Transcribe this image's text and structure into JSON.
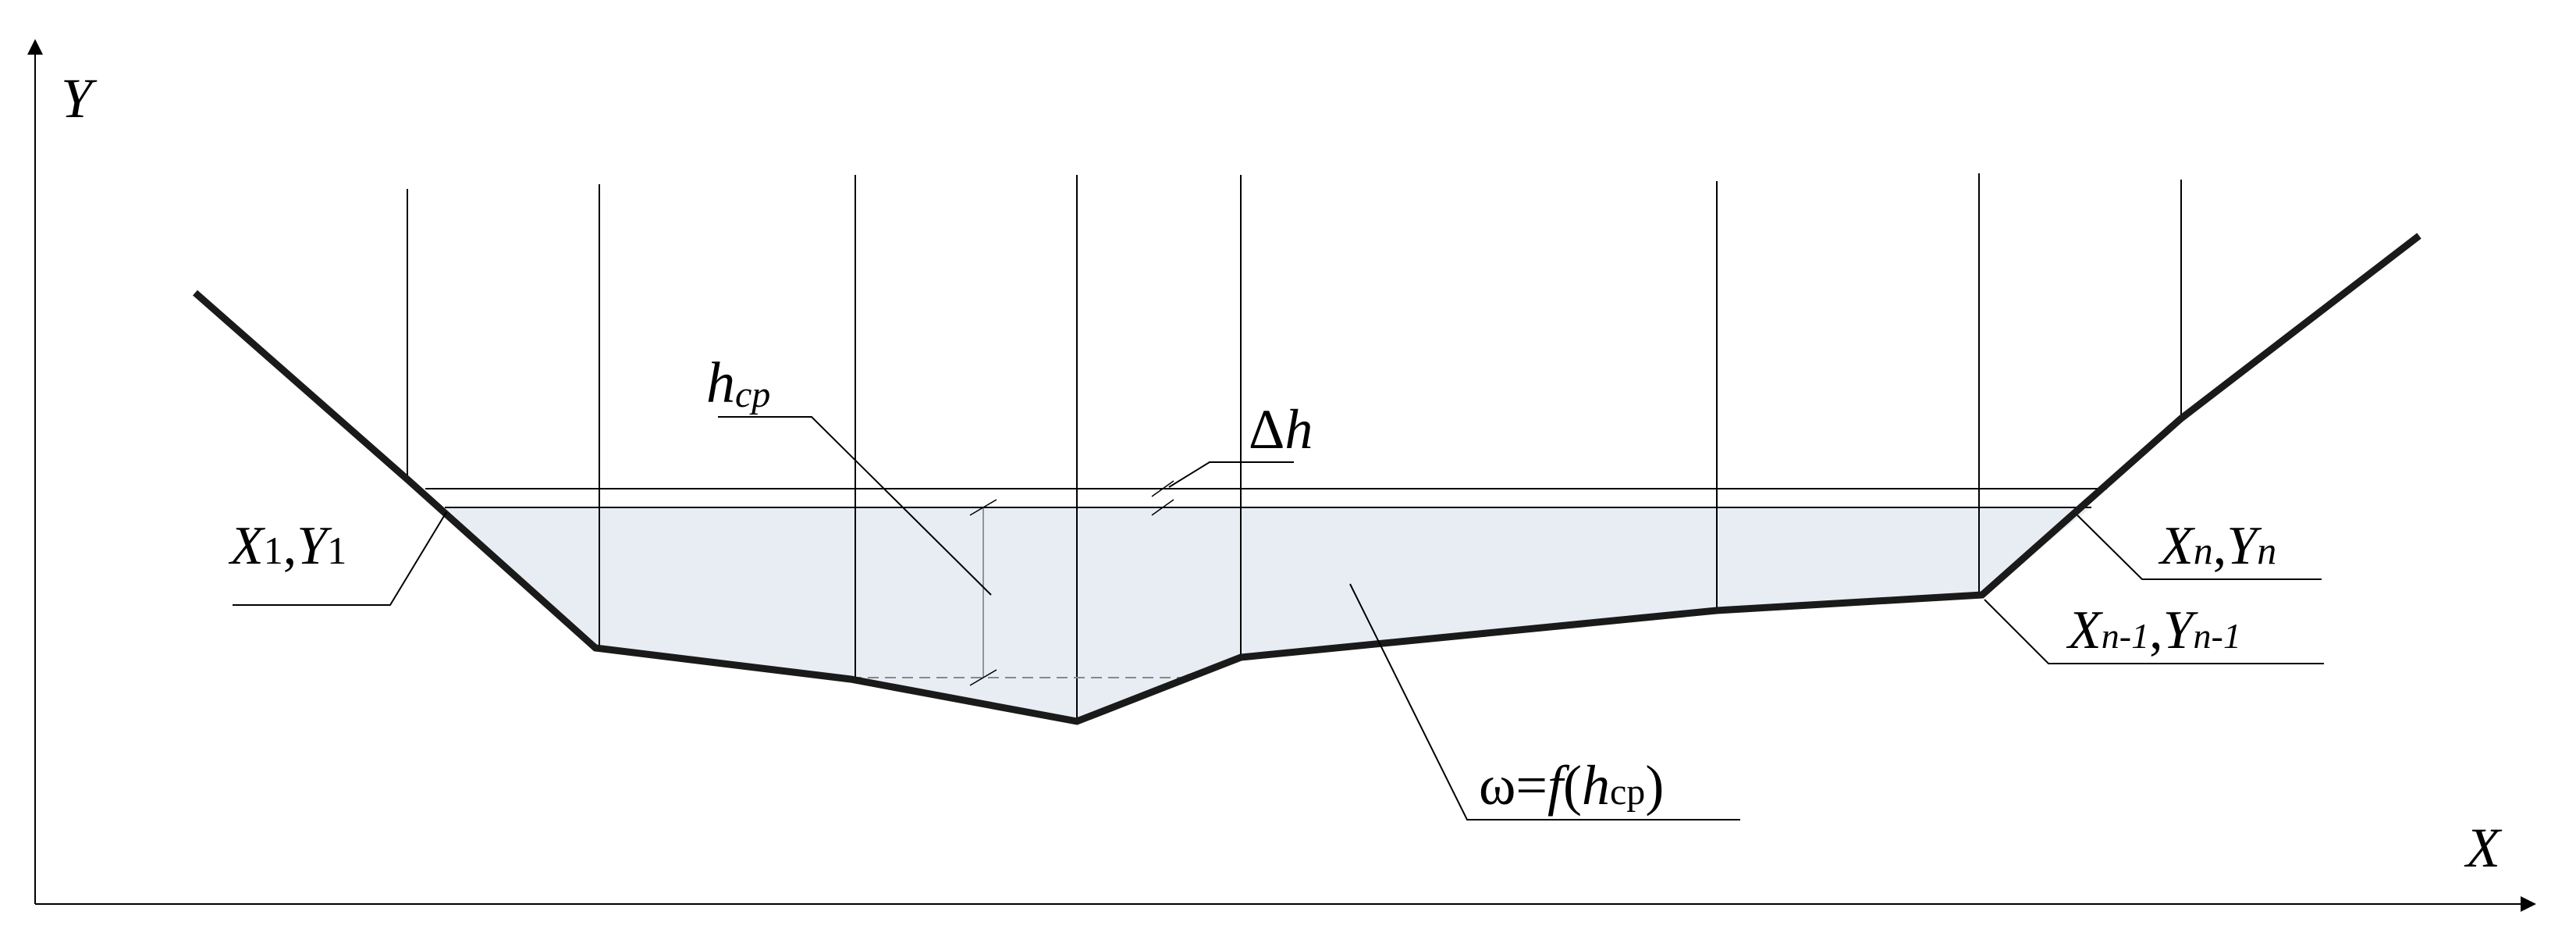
{
  "axes": {
    "x_label": "X",
    "y_label": "Y"
  },
  "labels": {
    "h_cp": {
      "main": "h",
      "sub": "cp"
    },
    "delta_h": {
      "delta": "Δ",
      "h": "h"
    },
    "x1y1": {
      "x": "X",
      "x_sub": "1",
      "sep": ",",
      "y": "Y",
      "y_sub": "1"
    },
    "xnyn": {
      "x": "X",
      "x_sub": "n",
      "sep": ",",
      "y": "Y",
      "y_sub": "n"
    },
    "xn1yn1": {
      "x": "X",
      "x_sub": "n-1",
      "sep": ",",
      "y": "Y",
      "y_sub": "n-1"
    },
    "omega": {
      "omega": "ω",
      "eq": "=",
      "f": "f",
      "open": "(",
      "h": "h",
      "sub": "cp",
      "close": ")"
    }
  },
  "colors": {
    "line": "#000000",
    "water_fill": "#e8edf3",
    "dashed": "#888888"
  }
}
